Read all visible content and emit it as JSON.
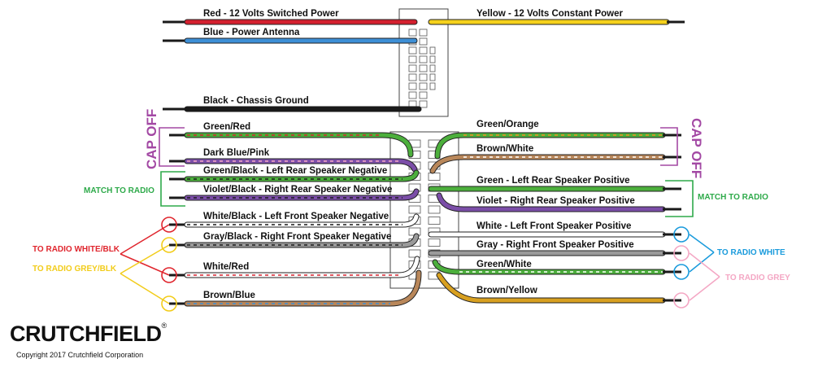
{
  "labels": {
    "red": "Red - 12 Volts Switched Power",
    "blue": "Blue - Power Antenna",
    "black": "Black - Chassis Ground",
    "yellow": "Yellow - 12 Volts Constant Power",
    "green_red": "Green/Red",
    "dark_blue_pink": "Dark Blue/Pink",
    "green_black": "Green/Black - Left Rear Speaker Negative",
    "violet_black": "Violet/Black - Right Rear Speaker Negative",
    "white_black": "White/Black - Left Front Speaker Negative",
    "gray_black": "Gray/Black - Right Front Speaker Negative",
    "white_red": "White/Red",
    "brown_blue": "Brown/Blue",
    "green_orange": "Green/Orange",
    "brown_white": "Brown/White",
    "green": "Green - Left Rear Speaker Positive",
    "violet": "Violet - Right Rear Speaker Positive",
    "white": "White - Left Front Speaker Positive",
    "gray": "Gray - Right Front Speaker Positive",
    "green_white": "Green/White",
    "brown_yellow": "Brown/Yellow"
  },
  "annotations": {
    "cap_off_left": "CAP OFF",
    "cap_off_right": "CAP OFF",
    "match_left": "MATCH TO RADIO",
    "match_right": "MATCH TO RADIO",
    "to_radio_white_blk": "TO RADIO WHITE/BLK",
    "to_radio_grey_blk": "TO RADIO GREY/BLK",
    "to_radio_white": "TO RADIO WHITE",
    "to_radio_grey": "TO RADIO GREY"
  },
  "brand": {
    "logo": "CRUTCHFIELD",
    "registered": "®",
    "copyright": "Copyright 2017  Crutchfield Corporation"
  },
  "colors": {
    "red": "#d4202f",
    "blue": "#3d8fd6",
    "black": "#1a1a1a",
    "yellow": "#f5d11c",
    "green": "#4caf3c",
    "purple": "#7b4ea8",
    "brown": "#b9875a",
    "gray": "#9a9a9a",
    "cap_off": "#a349a4",
    "match": "#2eaa4a",
    "radio_red": "#e0262e",
    "radio_yellow": "#f2cc1a",
    "radio_blue": "#1a9bdc",
    "radio_pink": "#f4a7c4"
  }
}
